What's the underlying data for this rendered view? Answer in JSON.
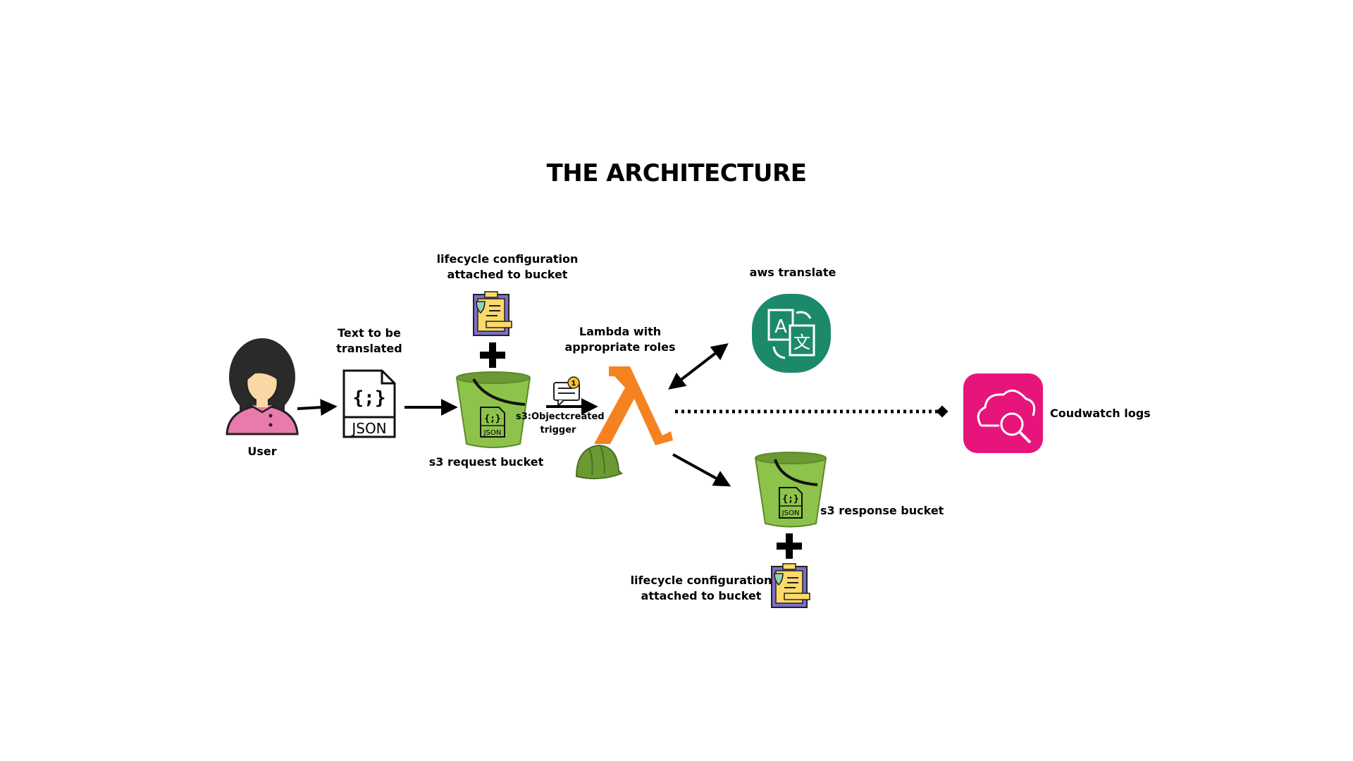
{
  "title": "THE ARCHITECTURE",
  "labels": {
    "user": "User",
    "text_line1": "Text to be",
    "text_line2": "translated",
    "lifecycle_top_line1": "lifecycle configuration",
    "lifecycle_top_line2": "attached to bucket",
    "request_bucket": "s3 request bucket",
    "trigger_line1": "s3:Objectcreated",
    "trigger_line2": "trigger",
    "lambda_line1": "Lambda with",
    "lambda_line2": "appropriate roles",
    "translate": "aws translate",
    "cloudwatch": "Coudwatch logs",
    "response_bucket": "s3 response bucket",
    "lifecycle_bottom_line1": "lifecycle configuration",
    "lifecycle_bottom_line2": "attached to bucket"
  },
  "icons": {
    "json_file": "JSON",
    "json_braces": "{;}",
    "notification_badge": "1",
    "lambda_glyph": "λ"
  },
  "colors": {
    "user_shirt": "#e97aac",
    "bucket_green": "#8dc34a",
    "lambda_orange": "#f58220",
    "translate_teal": "#1c8a6a",
    "cloudwatch_pink": "#e7157b",
    "helmet_green": "#6b9a33",
    "lifecycle_purple": "#7b6fc7",
    "lifecycle_yellow": "#fbd96b"
  }
}
